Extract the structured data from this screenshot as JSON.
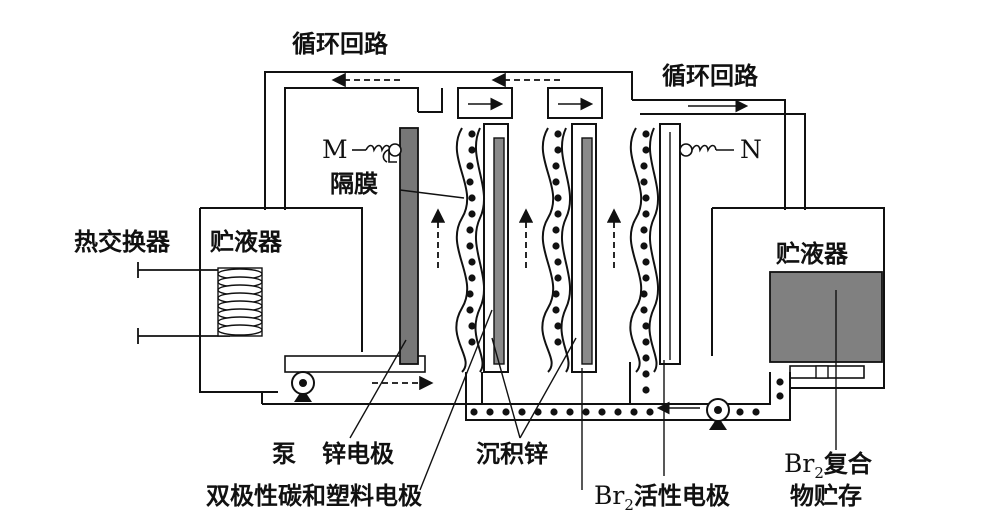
{
  "labels": {
    "circulation_left": "循环回路",
    "circulation_right": "循环回路",
    "heat_exchanger": "热交换器",
    "reservoir_left": "贮液器",
    "reservoir_right": "贮液器",
    "terminal_m": "M",
    "terminal_n": "N",
    "membrane": "隔膜",
    "pump": "泵",
    "zinc_electrode": "锌电极",
    "deposited_zinc": "沉积锌",
    "bipolar_electrode": "双极性碳和塑料电极",
    "br2_electrode_main": "Br",
    "br2_electrode_sub": "2",
    "br2_electrode_rest": "活性电极",
    "br2_complex_main": "Br",
    "br2_complex_sub": "2",
    "br2_complex_rest": "复合",
    "br2_complex_line2": "物贮存"
  }
}
